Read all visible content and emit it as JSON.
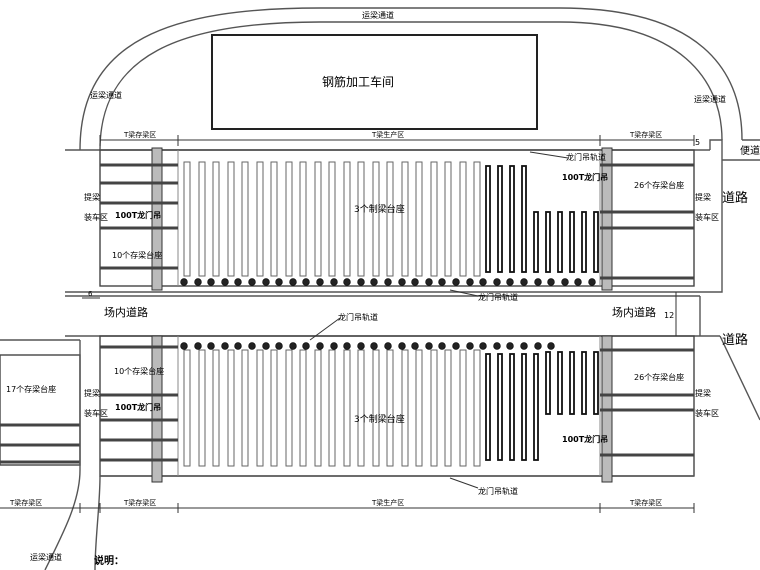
{
  "labels": {
    "top_road": "运梁通道",
    "left_road": "运梁通道",
    "right_road": "运梁通道",
    "bottom_road": "运梁通道",
    "workshop": "钢筋加工车间",
    "dim_top_left": "T梁存梁区",
    "dim_top_mid": "T梁生产区",
    "dim_top_right": "T梁存梁区",
    "dim_5": "5",
    "gantry_top": "龙门吊轨道",
    "gantry_mid_top": "龙门吊轨道",
    "gantry_mid_bottom": "龙门吊轨道",
    "gantry_bottom": "龙门吊轨道",
    "road_right_top": "道路",
    "road_right_mid": "道路",
    "exit_road": "便道",
    "inner_road_left": "场内道路",
    "inner_road_right": "场内道路",
    "dim_12": "12",
    "dim_6": "6",
    "load_left_top": "提梁",
    "load_left_top2": "装车区",
    "load_right_top": "提梁",
    "load_right_top2": "装车区",
    "load_left_bottom": "提梁",
    "load_left_bottom2": "装车区",
    "load_right_bottom": "提梁",
    "load_right_bottom2": "装车区",
    "gantry_crane_1": "100T龙门吊",
    "gantry_crane_2": "100T龙门吊",
    "gantry_crane_3": "100T龙门吊",
    "gantry_crane_4": "100T龙门吊",
    "store_10_top": "10个存梁台座",
    "store_26_top": "26个存梁台座",
    "store_10_bottom": "10个存梁台座",
    "store_26_bottom": "26个存梁台座",
    "store_17": "17个存梁台座",
    "make_top": "3个制梁台座",
    "make_bottom": "3个制梁台座",
    "dim_bot_left": "T梁存梁区",
    "dim_bot_mid1": "T梁存梁区",
    "dim_bot_mid2": "T梁生产区",
    "dim_bot_right": "T梁存梁区",
    "note": "说明："
  }
}
